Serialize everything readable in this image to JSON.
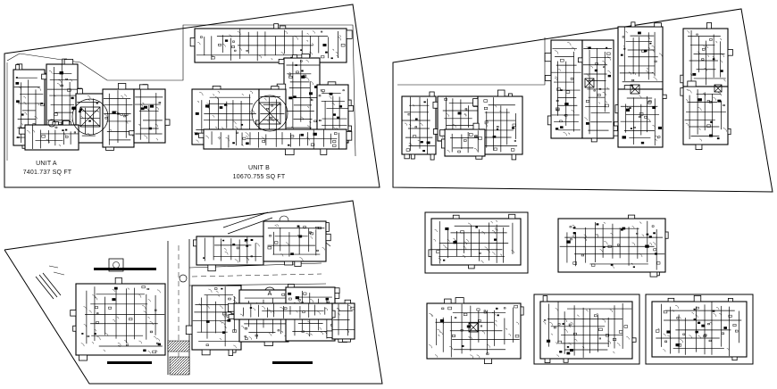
{
  "drawing": {
    "units": [
      {
        "name": "UNIT A",
        "area": "7401.737 SQ FT"
      },
      {
        "name": "UNIT B",
        "area": "10670.755 SQ FT"
      }
    ],
    "circle_marker": "A"
  },
  "colors": {
    "background": "#ffffff",
    "ink": "#000000"
  }
}
